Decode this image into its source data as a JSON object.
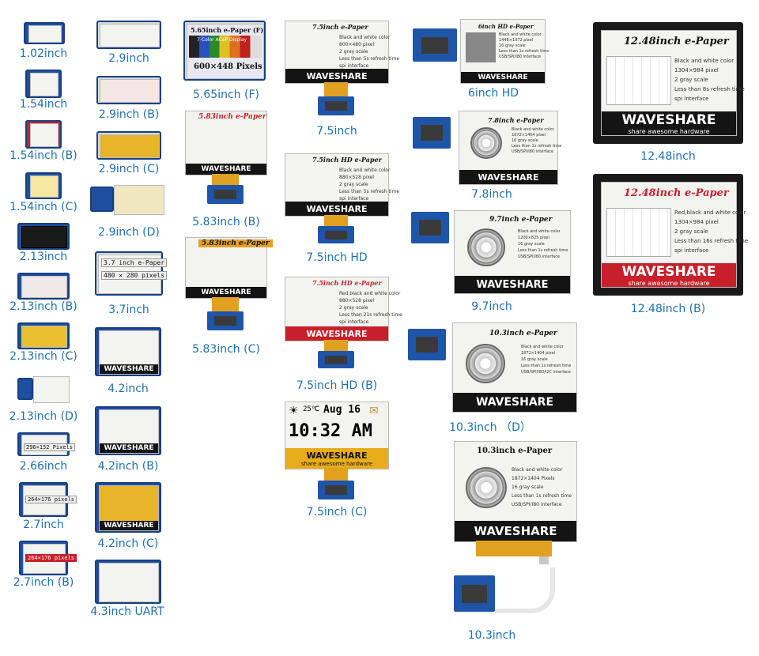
{
  "captions": {
    "c102": "1.02inch",
    "c154": "1.54inch",
    "c154b": "1.54inch (B)",
    "c154c": "1.54inch (C)",
    "c213": "2.13inch",
    "c213b": "2.13inch (B)",
    "c213c": "2.13inch (C)",
    "c213d": "2.13inch (D)",
    "c266": "2.66inch",
    "c27": "2.7inch",
    "c27b": "2.7inch (B)",
    "c29": "2.9inch",
    "c29b": "2.9inch (B)",
    "c29c": "2.9inch (C)",
    "c29d": "2.9inch (D)",
    "c37": "3.7inch",
    "c42": "4.2inch",
    "c42b": "4.2inch (B)",
    "c42c": "4.2inch (C)",
    "c43": "4.3inch UART",
    "c565": "5.65inch (F)",
    "c583b": "5.83inch (B)",
    "c583c": "5.83inch (C)",
    "c75": "7.5inch",
    "c75hd": "7.5inch HD",
    "c75hdb": "7.5inch HD (B)",
    "c75c": "7.5inch (C)",
    "c6hd": "6inch HD",
    "c78": "7.8inch",
    "c97": "9.7inch",
    "c103d": "10.3inch （D）",
    "c103": "10.3inch",
    "c1248": "12.48inch",
    "c1248b": "12.48inch (B)"
  },
  "screens": {
    "s565_title": "5.65inch e-Paper (F)",
    "s565_sub": "7-Color ACeP Display",
    "s565_px": "600×448 Pixels",
    "s583b_title": "5.83inch e-Paper",
    "s583c_title": "5.83inch e-Paper",
    "s75_title": "7.5inch e-Paper",
    "s75_lines": [
      "Black and white color",
      "800×480 pixel",
      "2 gray scale",
      "Less than 5s refresh time",
      "spi interface"
    ],
    "s75hd_title": "7.5inch HD e-Paper",
    "s75hd_lines": [
      "Black and white color",
      "880×528 pixel",
      "2 gray scale",
      "Less than 5s refresh time",
      "spi interface"
    ],
    "s75hdb_title": "7.5inch HD e-Paper",
    "s75hdb_lines": [
      "Red,black and white color",
      "880×528 pixel",
      "2 gray scale",
      "Less than 21s refresh time",
      "spi interface"
    ],
    "s75c_temp": "25℃",
    "s75c_date": "Aug 16",
    "s75c_time": "10:32 AM",
    "s6hd_title": "6inch HD e-Paper",
    "s6hd_lines": [
      "Black and white color",
      "1448×1072 pixel",
      "16 gray scale",
      "Less than 1s refresh time",
      "USB/SPI/I80 interface"
    ],
    "s78_title": "7.8inch e-Paper",
    "s78_lines": [
      "Black and white color",
      "1872×1404 pixel",
      "16 gray scale",
      "Less than 1s refresh time",
      "USB/SPI/I80 interface"
    ],
    "s97_title": "9.7inch e-Paper",
    "s97_lines": [
      "Black and white color",
      "1200×825 pixel",
      "16 gray scale",
      "Less than 1s refresh time",
      "USB/SPI/I80 interface"
    ],
    "s103d_title": "10.3inch e-Paper",
    "s103d_lines": [
      "Black and white color",
      "1872×1404 pixel",
      "16 gray scale",
      "Less than 1s refresh time",
      "USB/SPI/I80/I2C interface"
    ],
    "s103_title": "10.3inch e-Paper",
    "s103_lines": [
      "Black and white color",
      "1872×1404 Pixels",
      "16 gray scale",
      "Less than 1s refresh time",
      "USB/SPI/I80 interface"
    ],
    "s1248_title": "12.48inch e-Paper",
    "s1248_lines": [
      "Black and white color",
      "1304×984 pixel",
      "2 gray scale",
      "Less than 8s refresh time",
      "spi interface"
    ],
    "s1248b_title": "12.48inch e-Paper",
    "s1248b_lines": [
      "Red,black and white color",
      "1304×984 pixel",
      "2 gray scale",
      "Less than 16s refresh time",
      "spi interface"
    ],
    "s37_title": "3.7 inch e-Paper",
    "s37_px": "480 × 280 pixels",
    "s266_px": "296×152 Pixels",
    "s27_px": "264×176 pixels",
    "s27b_px": "264×176 pixels",
    "brand": "WAVESHARE",
    "slogan": "share awesome hardware"
  }
}
